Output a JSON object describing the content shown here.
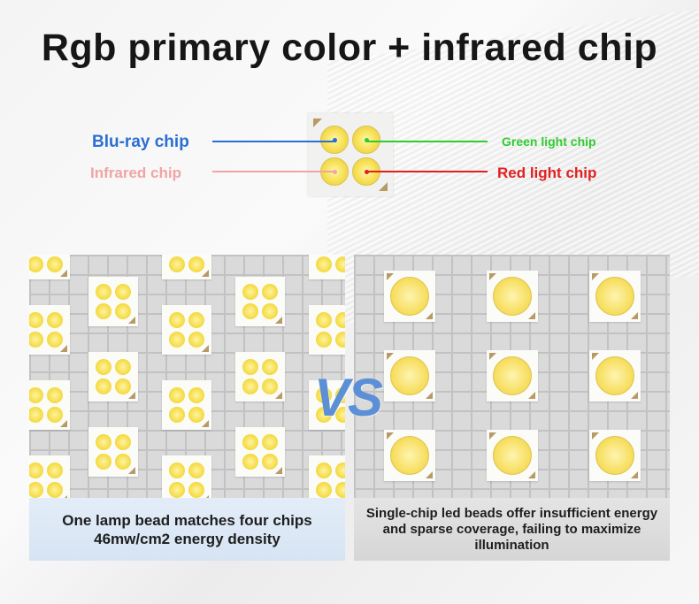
{
  "title": "Rgb primary color + infrared chip",
  "labels": {
    "blu_ray": "Blu-ray chip",
    "infrared": "Infrared chip",
    "green": "Green light chip",
    "red": "Red light chip"
  },
  "colors": {
    "blue": "#2a6fd1",
    "infrared": "#f0a5a5",
    "green": "#2ecc2e",
    "red": "#e02020",
    "vs": "#5b8fd6"
  },
  "vs_text": "VS",
  "captions": {
    "left": "One lamp bead matches four chips 46mw/cm2 energy density",
    "right": "Single-chip led beads offer insufficient energy and sparse coverage, failing to maximize illumination"
  }
}
